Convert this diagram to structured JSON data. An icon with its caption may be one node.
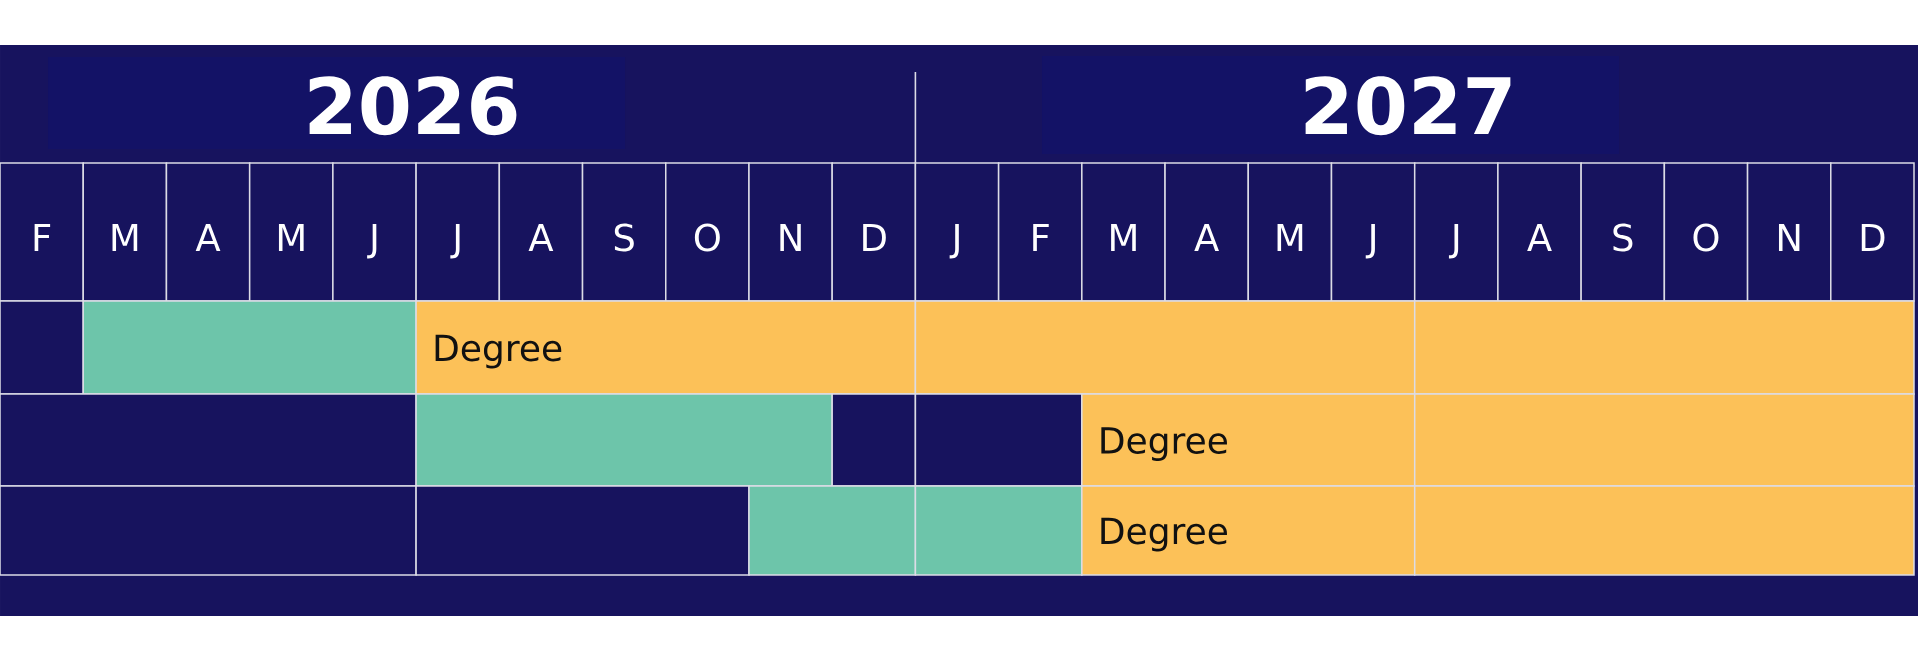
{
  "diagram": {
    "nodes": [
      {
        "text": [
          "2026"
        ]
      },
      {
        "text": [
          "2027"
        ]
      },
      {
        "text": [
          "F"
        ]
      },
      {
        "text": [
          "M"
        ]
      },
      {
        "text": [
          "A"
        ]
      },
      {
        "text": [
          "M"
        ]
      },
      {
        "text": [
          "J"
        ]
      },
      {
        "text": [
          "J"
        ]
      },
      {
        "text": [
          "A"
        ]
      },
      {
        "text": [
          "S"
        ]
      },
      {
        "text": [
          "O"
        ]
      },
      {
        "text": [
          "N"
        ]
      },
      {
        "text": [
          "D"
        ]
      },
      {
        "text": [
          "J"
        ]
      },
      {
        "text": [
          "F"
        ]
      },
      {
        "text": [
          "M"
        ]
      },
      {
        "text": [
          "A"
        ]
      },
      {
        "text": [
          "M"
        ]
      },
      {
        "text": [
          "J"
        ]
      },
      {
        "text": [
          "J"
        ]
      },
      {
        "text": [
          "A"
        ]
      },
      {
        "text": [
          "S"
        ]
      },
      {
        "text": [
          "O"
        ]
      },
      {
        "text": [
          "N"
        ]
      },
      {
        "text": [
          "D"
        ]
      },
      {
        "text": [],
        "shape": "bar"
      },
      {
        "text": [],
        "shape": "bar"
      },
      {
        "text": [
          "Degree"
        ]
      },
      {
        "text": [],
        "shape": "bar"
      },
      {
        "text": [],
        "shape": "bar"
      },
      {
        "text": [],
        "shape": "bar"
      },
      {
        "text": [],
        "shape": "bar"
      },
      {
        "text": [],
        "shape": "bar"
      },
      {
        "text": [],
        "shape": "bar"
      },
      {
        "text": [
          "Degree"
        ]
      },
      {
        "text": [],
        "shape": "bar"
      },
      {
        "text": [],
        "shape": "bar"
      },
      {
        "text": [],
        "shape": "bar"
      },
      {
        "text": [],
        "shape": "bar"
      },
      {
        "text": [],
        "shape": "bar"
      },
      {
        "text": [
          "Degree"
        ]
      },
      {
        "text": [],
        "shape": "bar"
      }
    ]
  }
}
